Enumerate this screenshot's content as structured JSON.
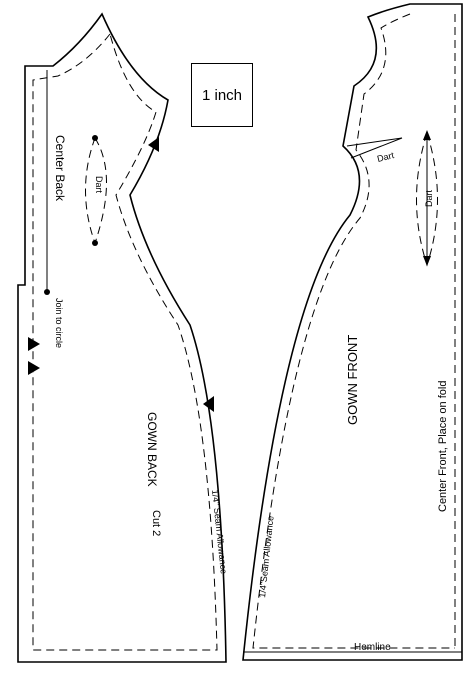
{
  "scale": {
    "label": "1 inch"
  },
  "back_piece": {
    "title": "GOWN BACK",
    "cut": "Cut 2",
    "center_label": "Center Back",
    "join_label": "Join to circle",
    "dart_label": "Dart",
    "seam_label": "1/4\" Seam Allowance"
  },
  "front_piece": {
    "title": "GOWN FRONT",
    "fold_label": "Center Front, Place on fold",
    "bust_dart_label": "Dart",
    "waist_dart_label": "Dart",
    "seam_label": "1/4\"Seam Allowance",
    "hemline_label": "Hemline"
  }
}
